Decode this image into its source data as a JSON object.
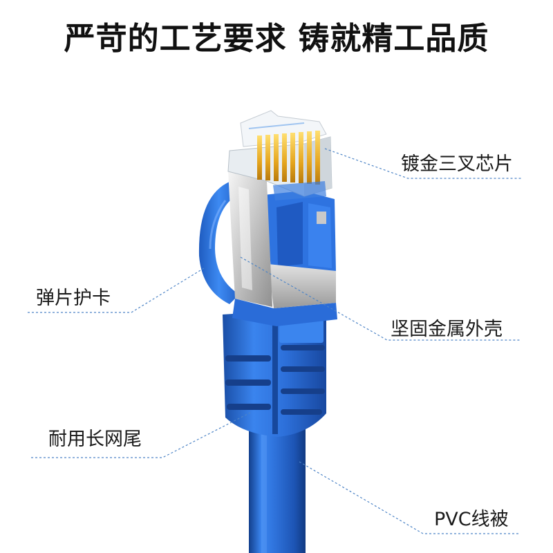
{
  "title": "严苛的工艺要求 铸就精工品质",
  "callouts": {
    "gold_contacts": "镀金三叉芯片",
    "latch_guard": "弹片护卡",
    "metal_shell": "坚固金属外壳",
    "boot_tail": "耐用长网尾",
    "pvc_jacket": "PVC线被"
  },
  "colors": {
    "cable_blue": "#2b6fdc",
    "leader_line": "#4d84c6",
    "label_text": "#1a1a1a",
    "background": "#ffffff"
  }
}
